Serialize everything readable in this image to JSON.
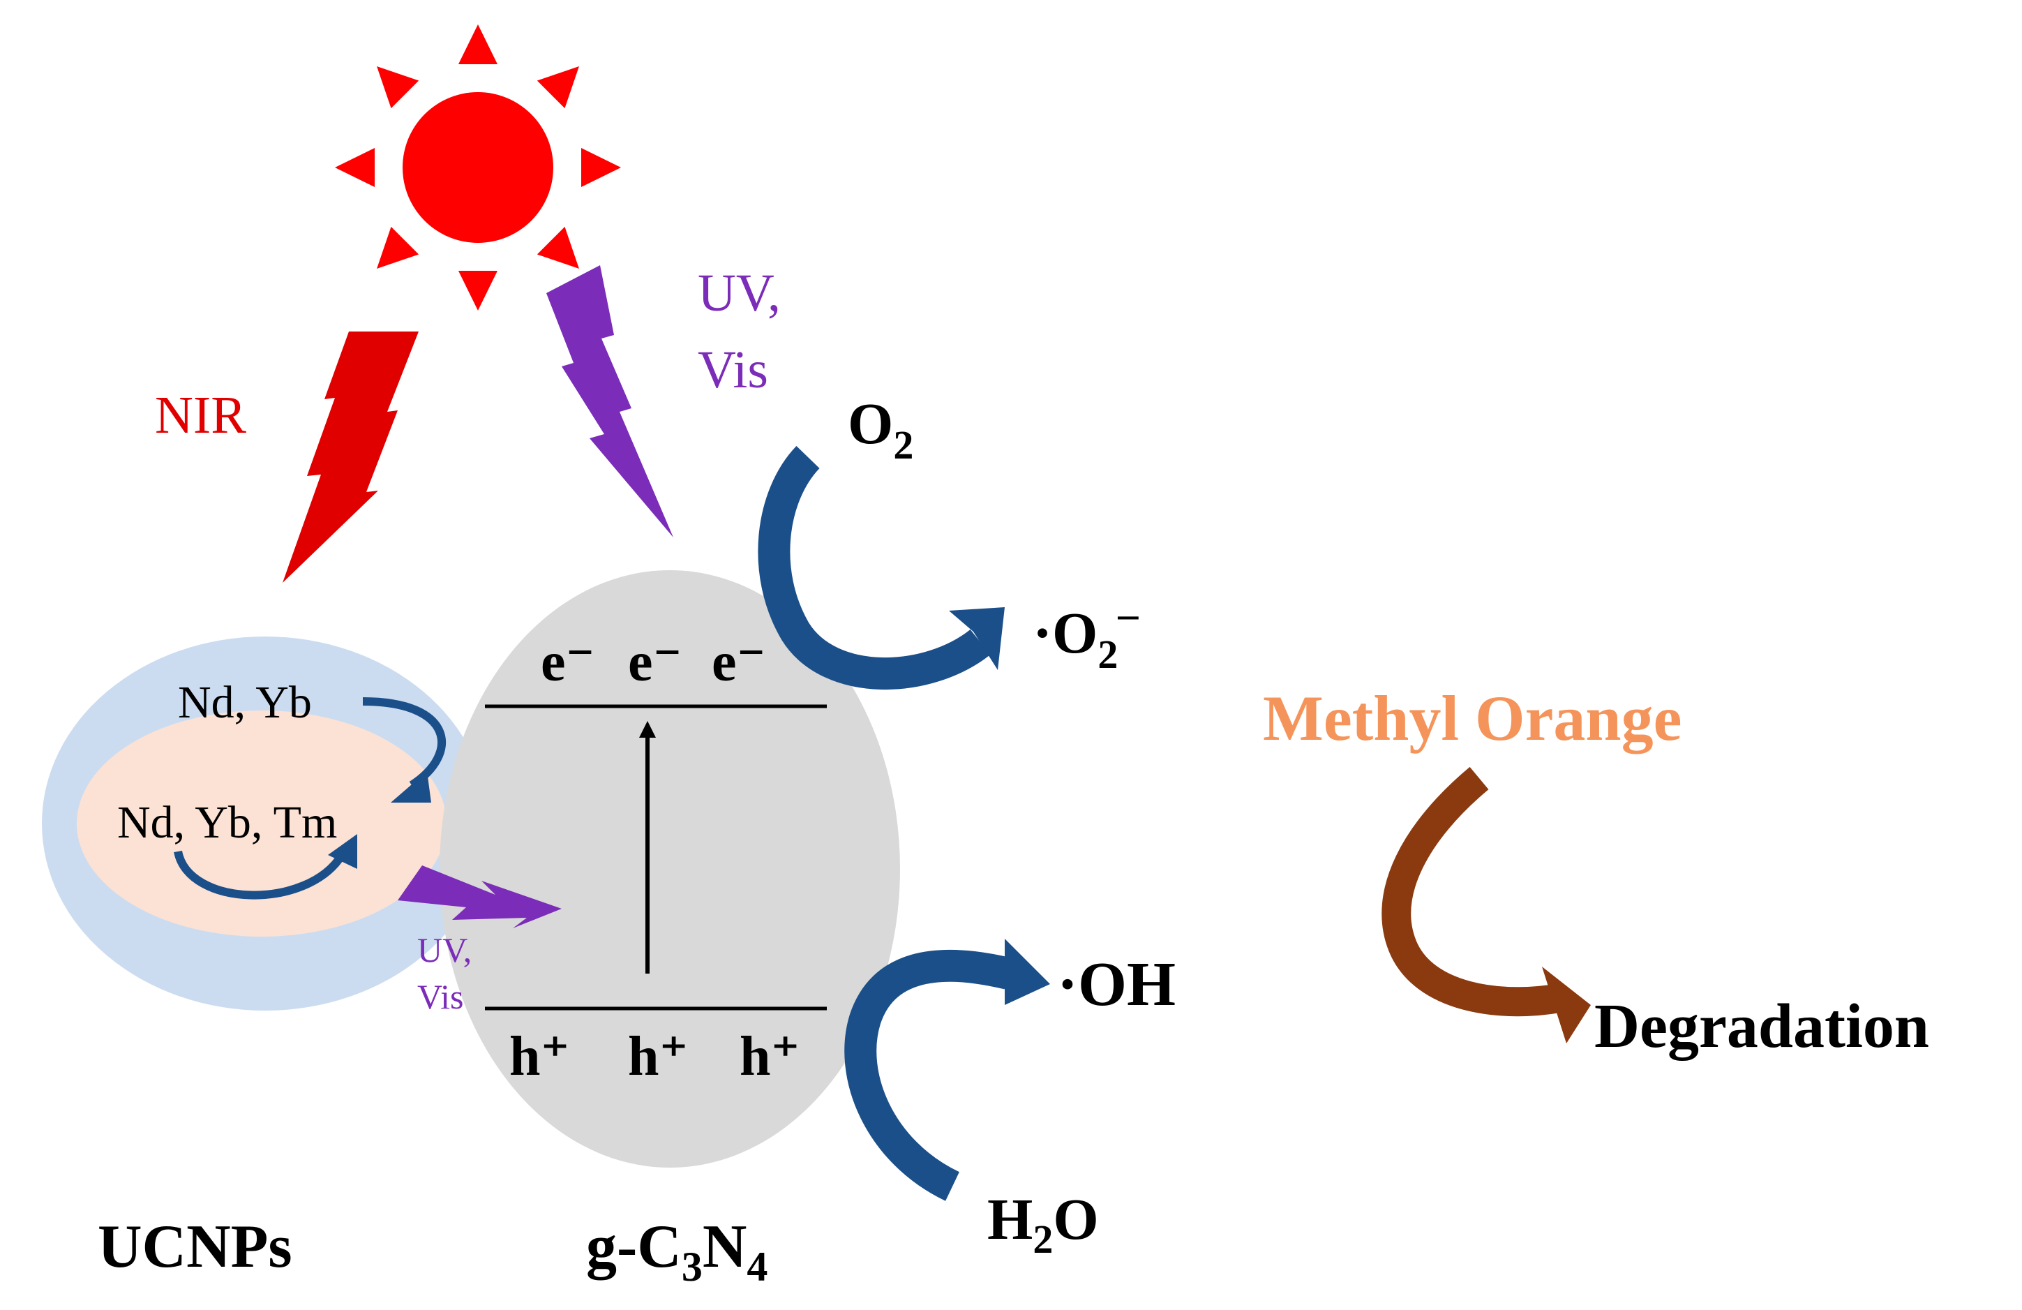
{
  "colors": {
    "sun": "#ff0000",
    "nir_bolt": "#e00000",
    "uv_bolt": "#7b2cb8",
    "uv_text": "#7b2cb8",
    "nir_text": "#e00000",
    "ucnp_shell": "#ccdcf0",
    "ucnp_core": "#fbe2d4",
    "gcn": "#d9d9d9",
    "blue_arrow": "#1b4f8a",
    "brown_arrow": "#8b3a10",
    "methyl_orange": "#f5945a",
    "ink": "#000000"
  },
  "labels": {
    "nir": "NIR",
    "uv_vis_top_line1": "UV,",
    "uv_vis_top_line2": "Vis",
    "uv_vis_small_line1": "UV,",
    "uv_vis_small_line2": "Vis",
    "shell_ions": "Nd, Yb",
    "core_ions": "Nd, Yb, Tm",
    "electrons": [
      "e⁻",
      "e⁻",
      "e⁻"
    ],
    "holes": [
      "h⁺",
      "h⁺",
      "h⁺"
    ],
    "o2": "O",
    "o2_sub": "2",
    "superoxide": "·O",
    "superoxide_sub": "2",
    "superoxide_sup": "–",
    "hydroxyl": "·OH",
    "water_h": "H",
    "water_sub": "2",
    "water_o": "O",
    "methyl_orange": "Methyl Orange",
    "degradation": "Degradation",
    "ucnps": "UCNPs",
    "gcn_g": "g-C",
    "gcn_3": "3",
    "gcn_n": "N",
    "gcn_4": "4"
  }
}
